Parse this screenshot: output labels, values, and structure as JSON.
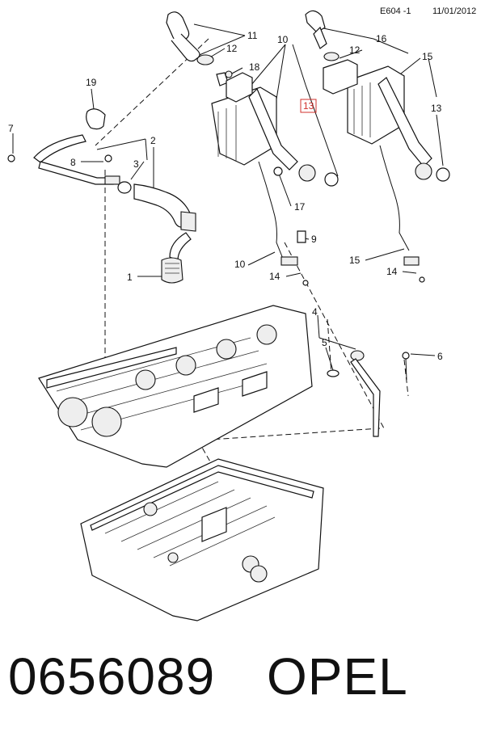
{
  "header": {
    "code": "E604 -1",
    "date": "11/01/2012"
  },
  "callouts": [
    {
      "id": "c1",
      "text": "1"
    },
    {
      "id": "c2",
      "text": "2"
    },
    {
      "id": "c3",
      "text": "3"
    },
    {
      "id": "c4",
      "text": "4"
    },
    {
      "id": "c5",
      "text": "5"
    },
    {
      "id": "c6",
      "text": "6"
    },
    {
      "id": "c7",
      "text": "7"
    },
    {
      "id": "c8",
      "text": "8"
    },
    {
      "id": "c9",
      "text": "9"
    },
    {
      "id": "c10a",
      "text": "10"
    },
    {
      "id": "c10b",
      "text": "10"
    },
    {
      "id": "c11",
      "text": "11"
    },
    {
      "id": "c12a",
      "text": "12"
    },
    {
      "id": "c12b",
      "text": "12"
    },
    {
      "id": "c13a",
      "text": "13"
    },
    {
      "id": "c13b",
      "text": "13"
    },
    {
      "id": "c14a",
      "text": "14"
    },
    {
      "id": "c14b",
      "text": "14"
    },
    {
      "id": "c15a",
      "text": "15"
    },
    {
      "id": "c15b",
      "text": "15"
    },
    {
      "id": "c16",
      "text": "16"
    },
    {
      "id": "c17",
      "text": "17"
    },
    {
      "id": "c18",
      "text": "18"
    },
    {
      "id": "c19",
      "text": "19"
    }
  ],
  "highlight_color": "#d0302c",
  "footer": {
    "part_number": "0656089",
    "brand": "OPEL"
  }
}
